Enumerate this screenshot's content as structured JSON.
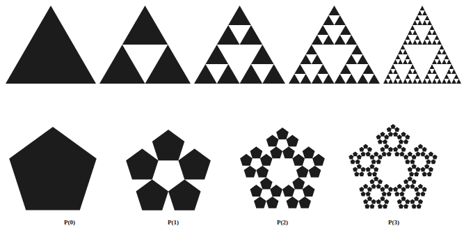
{
  "diagram": {
    "labels": [
      "P(0)",
      "P(1)",
      "P(2)",
      "P(3)"
    ]
  }
}
